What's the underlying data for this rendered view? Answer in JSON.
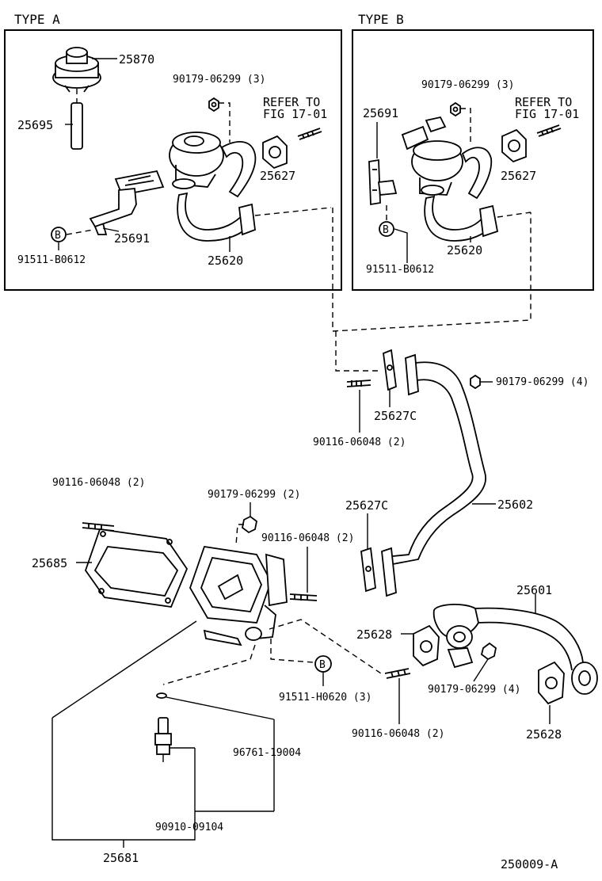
{
  "panels": {
    "type_a_title": "TYPE A",
    "type_b_title": "TYPE B"
  },
  "type_a": {
    "p25870": "25870",
    "p25695": "25695",
    "p90179_3": "90179-06299 (3)",
    "refer_1": "REFER TO",
    "refer_2": "FIG 17-01",
    "p25627": "25627",
    "p25691": "25691",
    "b_mark": "B",
    "p91511": "91511-B0612",
    "p25620": "25620"
  },
  "type_b": {
    "p90179_3": "90179-06299 (3)",
    "p25691": "25691",
    "refer_1": "REFER TO",
    "refer_2": "FIG 17-01",
    "p25627": "25627",
    "b_mark": "B",
    "p25620": "25620",
    "p91511": "91511-B0612"
  },
  "main": {
    "p90179_4_top": "90179-06299 (4)",
    "p25627c_top": "25627C",
    "p90116_2_top": "90116-06048 (2)",
    "p90116_2_left": "90116-06048 (2)",
    "p90179_2": "90179-06299 (2)",
    "p25627c_mid": "25627C",
    "p25602": "25602",
    "p25685": "25685",
    "p90116_2_mid": "90116-06048 (2)",
    "p25601": "25601",
    "p25628_a": "25628",
    "b_mark": "B",
    "p91511_h": "91511-H0620 (3)",
    "p90179_4_bot": "90179-06299 (4)",
    "p90116_2_bot": "90116-06048 (2)",
    "p25628_b": "25628",
    "p96761": "96761-19004",
    "p90910": "90910-09104",
    "p25681": "25681",
    "diagram_id": "250009-A"
  }
}
